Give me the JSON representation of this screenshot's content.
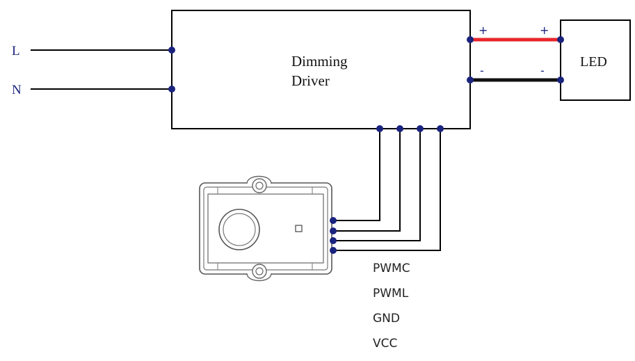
{
  "inputs": {
    "line_label": "L",
    "neutral_label": "N"
  },
  "driver": {
    "label_line1": "Dimming",
    "label_line2": "Driver"
  },
  "led": {
    "label": "LED"
  },
  "polarity": {
    "driver_positive": "+",
    "led_positive": "+",
    "driver_negative": "-",
    "led_negative": "-"
  },
  "signals": {
    "pwmc": "PWMC",
    "pwml": "PWML",
    "gnd": "GND",
    "vcc": "VCC"
  },
  "colors": {
    "positive_wire": "#e8262a",
    "negative_wire": "#111111",
    "terminal_dot": "#1a237e",
    "label_text": "#1a237e",
    "outline": "#000000"
  }
}
